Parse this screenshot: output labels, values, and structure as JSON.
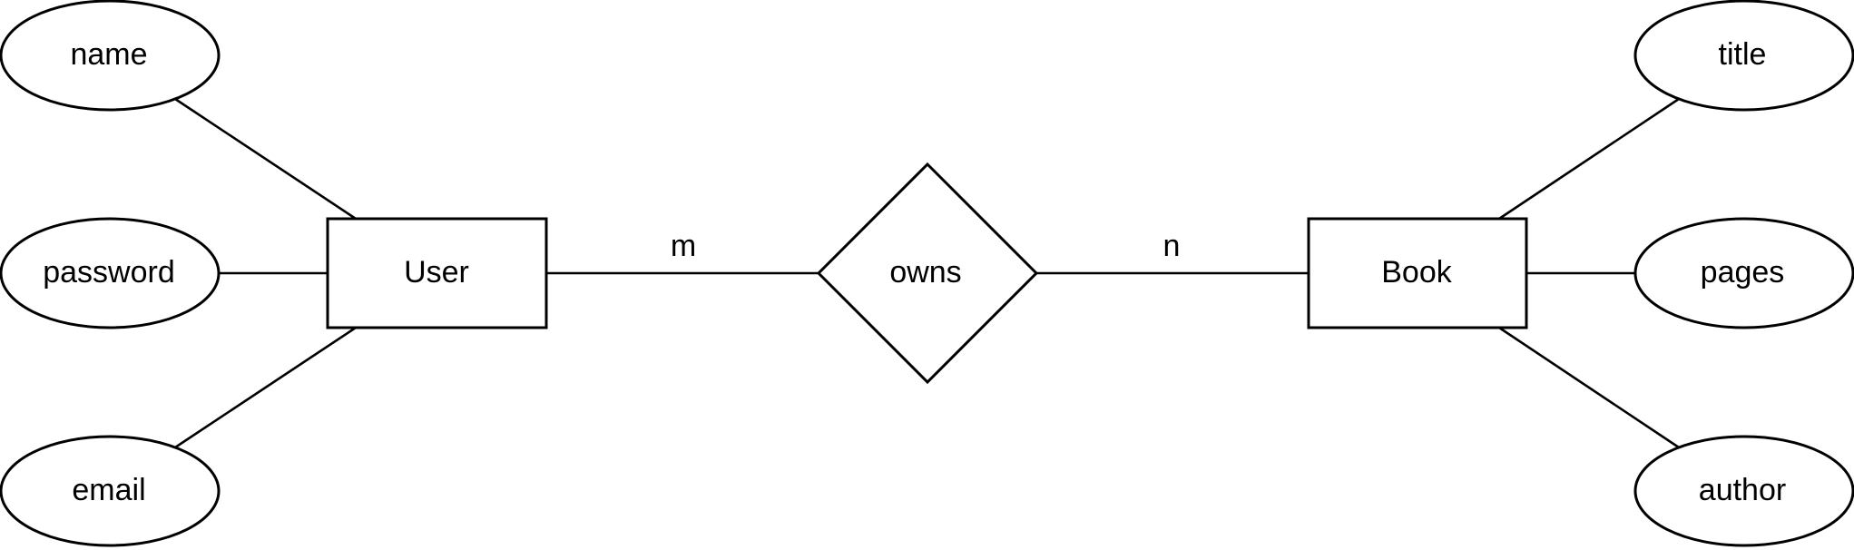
{
  "entities": {
    "user": "User",
    "book": "Book"
  },
  "relationship": {
    "label": "owns",
    "cardinality_left": "m",
    "cardinality_right": "n"
  },
  "attributes": {
    "user": [
      "name",
      "password",
      "email"
    ],
    "book": [
      "title",
      "pages",
      "author"
    ]
  }
}
